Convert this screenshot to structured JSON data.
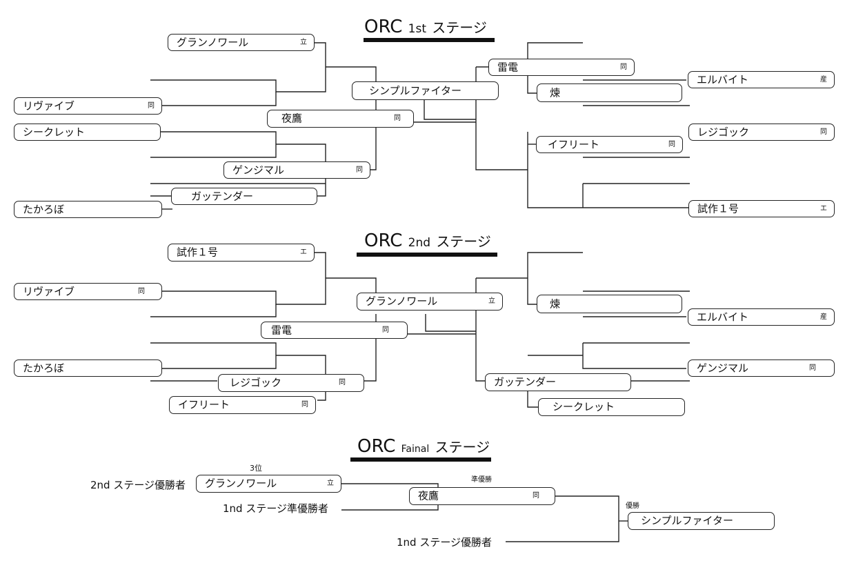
{
  "stage1": {
    "title_main": "ORC",
    "title_sub": "1st",
    "title_stage": "ステージ",
    "entries": [
      {
        "name": "グランノワール",
        "aff": "立"
      },
      {
        "name": "リヴァイブ",
        "aff": "同"
      },
      {
        "name": "シークレット",
        "aff": ""
      },
      {
        "name": "ガッテンダー",
        "aff": ""
      },
      {
        "name": "たかろぼ",
        "aff": ""
      },
      {
        "name": "シンプルファイター",
        "aff": ""
      },
      {
        "name": "夜鷹",
        "aff": "同"
      },
      {
        "name": "ゲンジマル",
        "aff": "同"
      },
      {
        "name": "雷電",
        "aff": "同"
      },
      {
        "name": "煉",
        "aff": ""
      },
      {
        "name": "エルバイト",
        "aff": "産"
      },
      {
        "name": "レジゴック",
        "aff": "同"
      },
      {
        "name": "イフリート",
        "aff": "同"
      },
      {
        "name": "試作１号",
        "aff": "エ"
      }
    ]
  },
  "stage2": {
    "title_main": "ORC",
    "title_sub": "2nd",
    "title_stage": "ステージ",
    "entries": [
      {
        "name": "試作１号",
        "aff": "エ"
      },
      {
        "name": "リヴァイブ",
        "aff": "同"
      },
      {
        "name": "たかろぼ",
        "aff": ""
      },
      {
        "name": "イフリート",
        "aff": "同"
      },
      {
        "name": "グランノワール",
        "aff": "立"
      },
      {
        "name": "雷電",
        "aff": "同"
      },
      {
        "name": "レジゴック",
        "aff": "同"
      },
      {
        "name": "煉",
        "aff": ""
      },
      {
        "name": "エルバイト",
        "aff": "産"
      },
      {
        "name": "ガッテンダー",
        "aff": ""
      },
      {
        "name": "ゲンジマル",
        "aff": "同"
      },
      {
        "name": "シークレット",
        "aff": ""
      }
    ]
  },
  "final": {
    "title_main": "ORC",
    "title_sub": "Fainal",
    "title_stage": "ステージ",
    "third_label": "3位",
    "runner_label": "準優勝",
    "winner_label": "優勝",
    "seed1": "2nd ステージ優勝者",
    "seed2": "1nd ステージ準優勝者",
    "seed3": "1nd ステージ優勝者",
    "third": {
      "name": "グランノワール",
      "aff": "立"
    },
    "runner": {
      "name": "夜鷹",
      "aff": "同"
    },
    "winner": {
      "name": "シンプルファイター",
      "aff": ""
    }
  }
}
